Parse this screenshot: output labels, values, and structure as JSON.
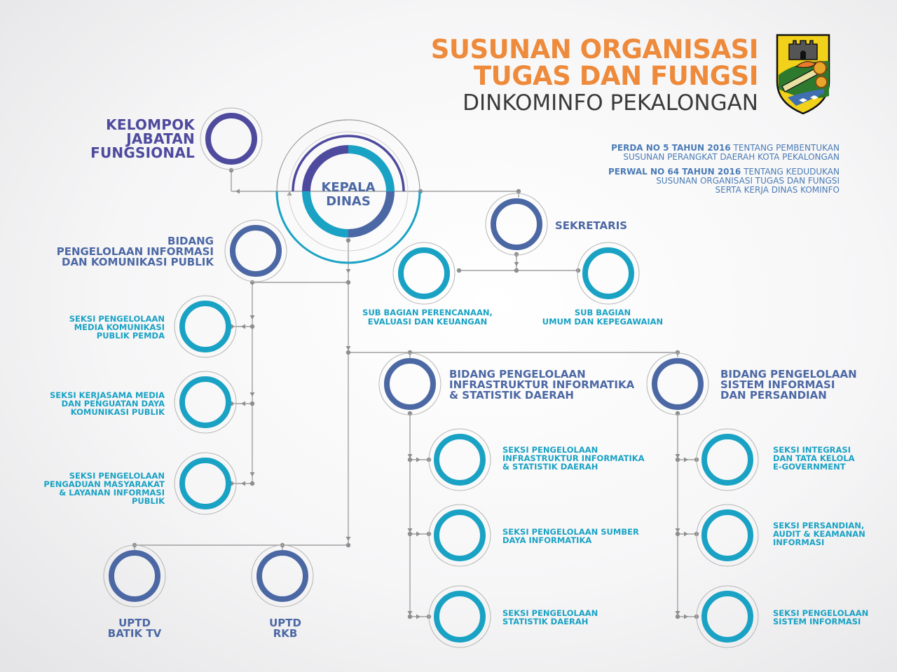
{
  "title": {
    "line1": "SUSUNAN ORGANISASI",
    "line2": "TUGAS DAN FUNGSI",
    "line3": "DINKOMINFO PEKALONGAN"
  },
  "references": [
    {
      "bold": "PERDA NO 5 TAHUN 2016",
      "rest": "TENTANG PEMBENTUKAN",
      "line2": "SUSUNAN PERANGKAT DAERAH KOTA PEKALONGAN"
    },
    {
      "bold": "PERWAL NO 64 TAHUN 2016",
      "rest": "TENTANG KEDUDUKAN",
      "line2": "SUSUNAN ORGANISASI TUGAS DAN FUNGSI",
      "line3": "SERTA KERJA DINAS KOMINFO"
    }
  ],
  "nodes": {
    "kepala": {
      "line1": "KEPALA",
      "line2": "DINAS"
    },
    "kelompok": {
      "line1": "KELOMPOK",
      "line2": "JABATAN",
      "line3": "FUNGSIONAL"
    },
    "sekretaris": "SEKRETARIS",
    "sub_perencanaan": {
      "line1": "SUB BAGIAN PERENCANAAN,",
      "line2": "EVALUASI DAN KEUANGAN"
    },
    "sub_umum": {
      "line1": "SUB BAGIAN",
      "line2": "UMUM DAN KEPEGAWAIAN"
    },
    "bidang_ikp": {
      "line1": "BIDANG",
      "line2": "PENGELOLAAN INFORMASI",
      "line3": "DAN KOMUNIKASI PUBLIK"
    },
    "seksi_media": {
      "line1": "SEKSI PENGELOLAAN",
      "line2": "MEDIA KOMUNIKASI",
      "line3": "PUBLIK PEMDA"
    },
    "seksi_kerjasama": {
      "line1": "SEKSI KERJASAMA MEDIA",
      "line2": "DAN PENGUATAN DAYA",
      "line3": "KOMUNIKASI PUBLIK"
    },
    "seksi_pengaduan": {
      "line1": "SEKSI PENGELOLAAN",
      "line2": "PENGADUAN MASYARAKAT",
      "line3": "& LAYANAN INFORMASI",
      "line4": "PUBLIK"
    },
    "bidang_infra": {
      "line1": "BIDANG PENGELOLAAN",
      "line2": "INFRASTRUKTUR INFORMATIKA",
      "line3": "& STATISTIK DAERAH"
    },
    "seksi_infra": {
      "line1": "SEKSI PENGELOLAAN",
      "line2": "INFRASTRUKTUR INFORMATIKA",
      "line3": "& STATISTIK DAERAH"
    },
    "seksi_sumber": {
      "line1": "SEKSI PENGELOLAAN SUMBER",
      "line2": "DAYA INFORMATIKA"
    },
    "seksi_statistik": {
      "line1": "SEKSI PENGELOLAAN",
      "line2": "STATISTIK DAERAH"
    },
    "bidang_sistem": {
      "line1": "BIDANG PENGELOLAAN",
      "line2": "SISTEM INFORMASI",
      "line3": "DAN PERSANDIAN"
    },
    "seksi_integrasi": {
      "line1": "SEKSI INTEGRASI",
      "line2": "DAN TATA KELOLA",
      "line3": "E-GOVERNMENT"
    },
    "seksi_persandian": {
      "line1": "SEKSI PERSANDIAN,",
      "line2": "AUDIT & KEAMANAN",
      "line3": "INFORMASI"
    },
    "seksi_sistem": {
      "line1": "SEKSI PENGELOLAAN",
      "line2": "SISTEM INFORMASI"
    },
    "uptd_batik": {
      "line1": "UPTD",
      "line2": "BATIK TV"
    },
    "uptd_rkb": {
      "line1": "UPTD",
      "line2": "RKB"
    }
  },
  "colors": {
    "orange": "#ee8a3b",
    "navy": "#4e4a9e",
    "steel": "#4c68a4",
    "teal": "#1aa2c4",
    "line": "#9a9a9a"
  }
}
